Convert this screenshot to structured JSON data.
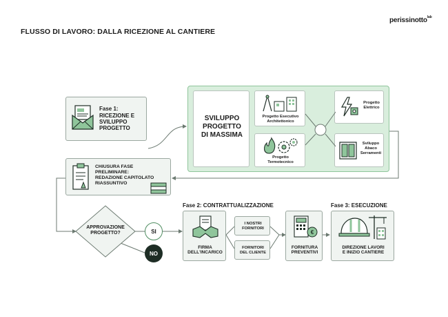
{
  "header": {
    "title": "FLUSSO DI LAVORO: DALLA RICEZIONE AL CANTIERE",
    "logo_text": "perissinotto",
    "logo_sup": "lab"
  },
  "phase1": {
    "label": "Fase 1:",
    "line1": "RICEZIONE E",
    "line2": "SVILUPPO",
    "line3": "PROGETTO"
  },
  "sviluppo": {
    "line1": "SVILUPPO",
    "line2": "PROGETTO",
    "line3": "DI MASSIMA"
  },
  "sub_projects": {
    "esecutivo": {
      "line1": "Progetto Esecutivo",
      "line2": "Architettonico"
    },
    "elettrico": {
      "line1": "Progetto",
      "line2": "Elettrico"
    },
    "termotecnico": {
      "line1": "Progetto",
      "line2": "Termotecnico"
    },
    "serramenti": {
      "line1": "Sviluppo",
      "line2": "Abaco",
      "line3": "Serramenti"
    }
  },
  "chiusura": {
    "line1": "CHIUSURA FASE",
    "line2": "PRELIMINARE:",
    "line3": "REDAZIONE CAPITOLATO",
    "line4": "RIASSUNTIVO"
  },
  "decision": {
    "line1": "APPROVAZIONE",
    "line2": "PROGETTO?",
    "yes": "SI",
    "no": "NO"
  },
  "phase2": {
    "title": "Fase 2: CONTRATTUALIZZAZIONE",
    "firma_line1": "FIRMA",
    "firma_line2": "DELL'INCARICO",
    "nostri_line1": "I NOSTRI",
    "nostri_line2": "FORNITORI",
    "cliente_line1": "Fornitori",
    "cliente_line2": "del cliente",
    "fornitura_line1": "FORNITURA",
    "fornitura_line2": "PREVENTIVI"
  },
  "phase3": {
    "title": "Fase 3: ESECUZIONE",
    "line1": "DIREZIONE LAVORI",
    "line2": "E INIZIO CANTIERE"
  },
  "colors": {
    "accent_green": "#8fc59b",
    "light_green": "#d9eedd",
    "dark": "#1e2d25",
    "icon_green": "#4f8d61"
  },
  "icons": [
    "envelope-icon",
    "compass-icon",
    "lightning-icon",
    "fire-gear-icon",
    "window-icon",
    "clipboard-icon",
    "money-icon",
    "handshake-icon",
    "calculator-icon",
    "helmet-crane-icon"
  ]
}
